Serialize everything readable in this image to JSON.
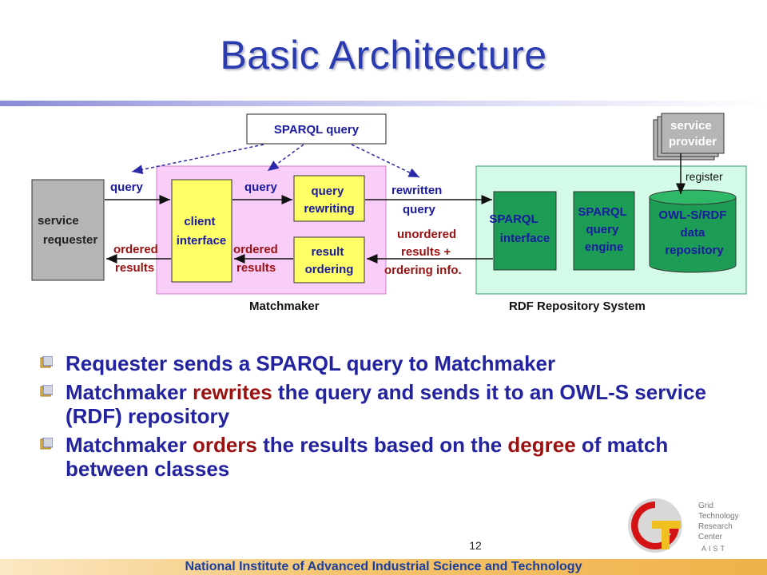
{
  "title": "Basic Architecture",
  "diagram": {
    "sparql_query_box": "SPARQL  query",
    "service_requester": [
      "service",
      "requester"
    ],
    "client_interface": [
      "client",
      "interface"
    ],
    "query_rewriting": [
      "query",
      "rewriting"
    ],
    "result_ordering": [
      "result",
      "ordering"
    ],
    "matchmaker_label": "Matchmaker",
    "sparql_interface": [
      "SPARQL",
      "interface"
    ],
    "sparql_query_engine": [
      "SPARQL",
      "query",
      "engine"
    ],
    "repository": [
      "OWL-S/RDF",
      "data",
      "repository"
    ],
    "service_provider": [
      "service",
      "provider"
    ],
    "rdf_system_label": "RDF Repository System",
    "arrow_query_1": "query",
    "arrow_query_2": "query",
    "arrow_rewritten": [
      "rewritten",
      "query"
    ],
    "arrow_ordered_1": [
      "ordered",
      "results"
    ],
    "arrow_ordered_2": [
      "ordered",
      "results"
    ],
    "arrow_unordered": [
      "unordered",
      "results +",
      "ordering info."
    ],
    "arrow_register": "register"
  },
  "bullets": [
    {
      "parts": [
        {
          "t": "Requester sends a SPARQL  query to Matchmaker",
          "hl": false
        }
      ]
    },
    {
      "parts": [
        {
          "t": "Matchmaker ",
          "hl": false
        },
        {
          "t": "rewrites",
          "hl": true
        },
        {
          "t": " the query and sends it to an OWL-S service (RDF) repository",
          "hl": false
        }
      ]
    },
    {
      "parts": [
        {
          "t": "Matchmaker ",
          "hl": false
        },
        {
          "t": "orders",
          "hl": true
        },
        {
          "t": " the results based on the ",
          "hl": false
        },
        {
          "t": "degree",
          "hl": true
        },
        {
          "t": " of match between classes",
          "hl": false
        }
      ]
    }
  ],
  "page_number": "12",
  "footer": "National Institute of Advanced Industrial Science and Technology",
  "logo_lines": [
    "Grid",
    "Technology",
    "Research",
    "Center",
    "AIST"
  ],
  "colors": {
    "title": "#2a3bb0",
    "matchmaker_fill": "#f8cdf8",
    "repository_fill": "#d4fae8",
    "component_fill": "#ffff66",
    "sparql_fill": "#1c9c55",
    "requester_fill": "#b5b5b5",
    "label_red": "#9b1010",
    "label_blue": "#1a1aa0",
    "bullet_text": "#2323a0"
  }
}
